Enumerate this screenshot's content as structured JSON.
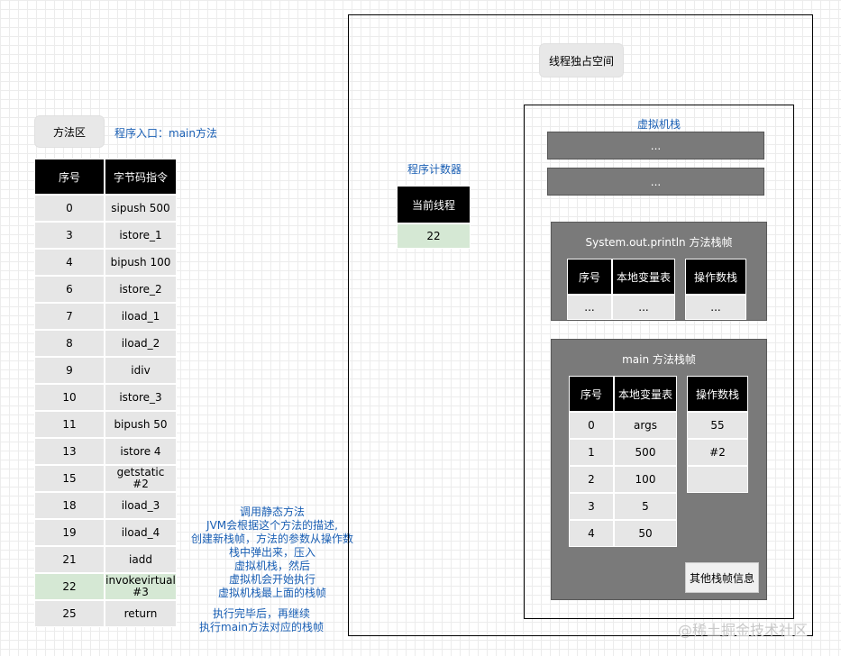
{
  "method_area": {
    "title": "方法区",
    "entry_label": "程序入口：main方法",
    "col_index": "序号",
    "col_bytecode": "字节码指令",
    "rows": [
      {
        "index": "0",
        "instr": "sipush 500"
      },
      {
        "index": "3",
        "instr": "istore_1"
      },
      {
        "index": "4",
        "instr": "bipush 100"
      },
      {
        "index": "6",
        "instr": "istore_2"
      },
      {
        "index": "7",
        "instr": "iload_1"
      },
      {
        "index": "8",
        "instr": "iload_2"
      },
      {
        "index": "9",
        "instr": "idiv"
      },
      {
        "index": "10",
        "instr": "istore_3"
      },
      {
        "index": "11",
        "instr": "bipush 50"
      },
      {
        "index": "13",
        "instr": "istore 4"
      },
      {
        "index": "15",
        "instr": "getstatic #2"
      },
      {
        "index": "18",
        "instr": "iload_3"
      },
      {
        "index": "19",
        "instr": "iload_4"
      },
      {
        "index": "21",
        "instr": "iadd"
      },
      {
        "index": "22",
        "instr": "invokevirtual #3",
        "highlight": true
      },
      {
        "index": "25",
        "instr": "return"
      }
    ]
  },
  "notes": {
    "invoke_note": [
      "调用静态方法",
      "JVM会根据这个方法的描述,",
      "创建新栈帧，方法的参数从操作数",
      "栈中弹出来，压入",
      "虚拟机栈，然后",
      "虚拟机会开始执行",
      "虚拟机栈最上面的栈帧"
    ],
    "return_note": [
      "执行完毕后，再继续",
      "执行main方法对应的栈帧"
    ]
  },
  "thread_space": {
    "title": "线程独占空间",
    "pc_label": "程序计数器",
    "pc_header": "当前线程",
    "pc_value": "22",
    "vm_stack": {
      "title": "虚拟机栈",
      "placeholder_frames": [
        "...",
        "..."
      ],
      "println_frame": {
        "title": "System.out.println 方法栈帧",
        "col_index": "序号",
        "col_locals": "本地变量表",
        "col_operand": "操作数栈",
        "cells": [
          "...",
          "...",
          "..."
        ]
      },
      "main_frame": {
        "title": "main 方法栈帧",
        "col_index": "序号",
        "col_locals": "本地变量表",
        "col_operand": "操作数栈",
        "locals": [
          {
            "index": "0",
            "value": "args"
          },
          {
            "index": "1",
            "value": "500"
          },
          {
            "index": "2",
            "value": "100"
          },
          {
            "index": "3",
            "value": "5"
          },
          {
            "index": "4",
            "value": "50"
          }
        ],
        "operand_stack": [
          "55",
          "#2",
          ""
        ],
        "other_info": "其他栈帧信息"
      }
    }
  },
  "watermark": "@稀土掘金技术社区"
}
